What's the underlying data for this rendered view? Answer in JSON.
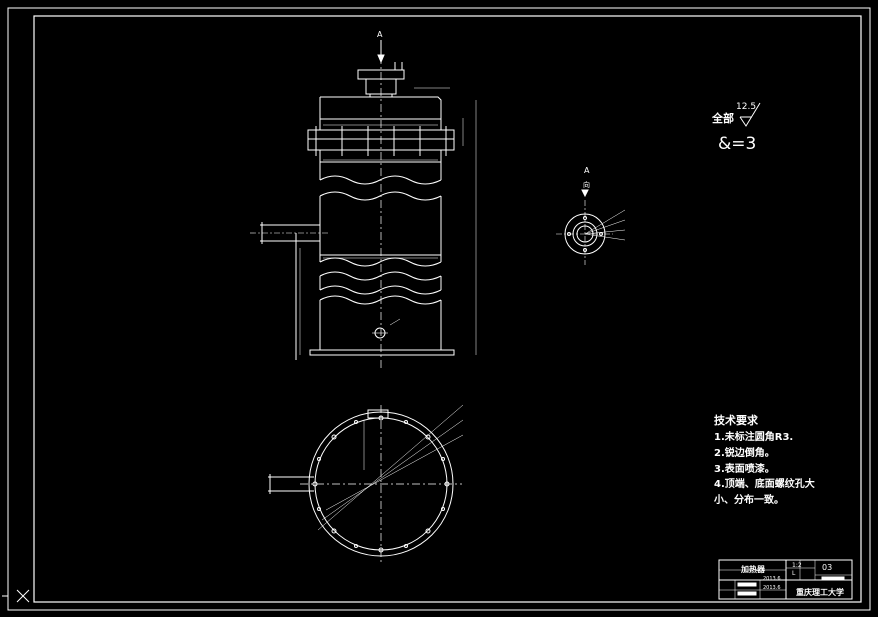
{
  "view_labels": {
    "top_arrow": "A",
    "view_letter": "A",
    "view_dir": "向"
  },
  "roughness": {
    "label": "全部",
    "value": "12.5"
  },
  "thickness": {
    "text": "&=3"
  },
  "tech_requirements": {
    "title": "技术要求",
    "items": [
      "1.未标注圆角R3.",
      "2.锐边倒角。",
      "3.表面喷漆。",
      "4.顶端、底面螺纹孔大",
      "小、分布一致。"
    ]
  },
  "title_block": {
    "part_name": "加热器",
    "drawing_number": "03",
    "scale": "1:2",
    "units": "L",
    "school": "重庆理工大学",
    "date1": "2013.6",
    "date2": "2013.6"
  },
  "colors": {
    "background": "#000000",
    "line": "#ffffff",
    "center": "#ffffff"
  }
}
